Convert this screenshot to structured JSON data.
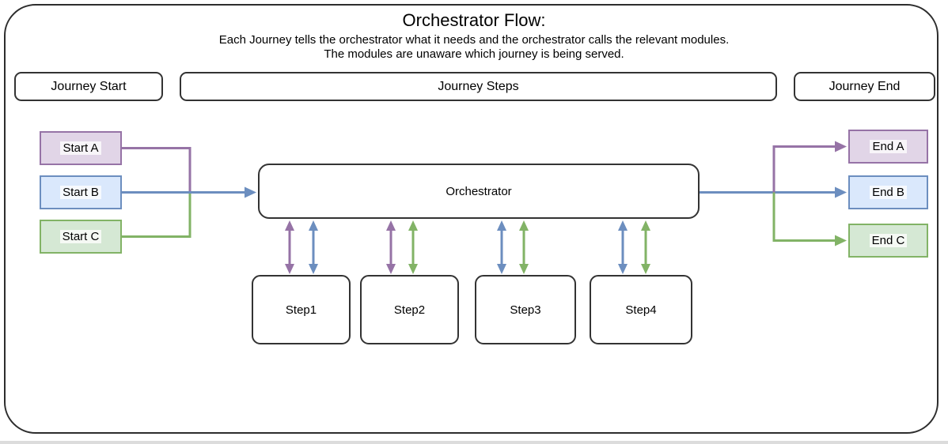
{
  "diagram": {
    "title": "Orchestrator Flow:",
    "subtitle_line1": "Each Journey tells the orchestrator what it needs and the orchestrator calls the relevant modules.",
    "subtitle_line2": "The modules are unaware which journey is being served.",
    "lanes": {
      "start_label": "Journey Start",
      "steps_label": "Journey Steps",
      "end_label": "Journey End"
    },
    "start_nodes": [
      {
        "label": "Start A",
        "color": "purple"
      },
      {
        "label": "Start B",
        "color": "blue"
      },
      {
        "label": "Start C",
        "color": "green"
      }
    ],
    "orchestrator": {
      "label": "Orchestrator"
    },
    "steps": [
      {
        "label": "Step1",
        "connections": [
          "purple",
          "blue"
        ]
      },
      {
        "label": "Step2",
        "connections": [
          "purple",
          "green"
        ]
      },
      {
        "label": "Step3",
        "connections": [
          "blue",
          "green"
        ]
      },
      {
        "label": "Step4",
        "connections": [
          "blue",
          "green"
        ]
      }
    ],
    "end_nodes": [
      {
        "label": "End A",
        "color": "purple"
      },
      {
        "label": "End B",
        "color": "blue"
      },
      {
        "label": "End C",
        "color": "green"
      }
    ],
    "colors": {
      "purple_stroke": "#9673a6",
      "purple_fill": "#e1d5e7",
      "blue_stroke": "#6c8ebf",
      "blue_fill": "#dae8fc",
      "green_stroke": "#82b366",
      "green_fill": "#d5e8d4",
      "frame_stroke": "#2d2d2d",
      "node_stroke": "#333333"
    }
  }
}
